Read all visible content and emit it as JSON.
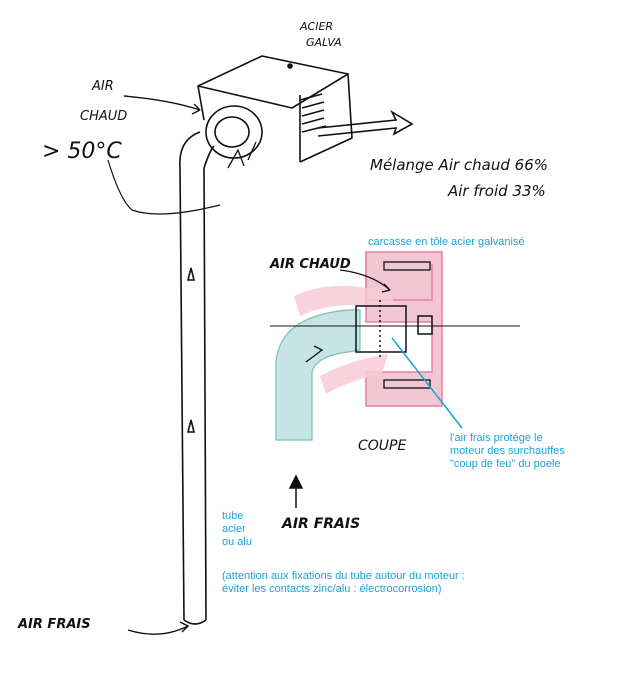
{
  "handwritten": {
    "steel_label": "ACIER\nGALVA",
    "hot_air_top": "AIR\nCHAUD",
    "temperature": "> 50°C",
    "mix_line_1": "Mélange Air chaud 66%",
    "mix_line_2": "Air froid 33%",
    "hot_air_section": "AIR CHAUD",
    "section_label": "COUPE",
    "fresh_air_section": "AIR FRAIS",
    "fresh_air_bottom": "AIR FRAIS"
  },
  "notes": {
    "casing": "carcasse en tôle acier galvanisé",
    "fresh_air_protects": "l'air frais protége le\nmoteur des surchauffes\n\"coup de feu\" du poele",
    "tube": "tube\nacier\nou alu",
    "warning": "(attention aux fixations du tube autour du moteur :\néviter les contacts zinc/alu  : électrocorrosion)"
  },
  "colors": {
    "ink": "#111111",
    "annotation": "#1aa3d9",
    "hot_air": "#f2a9bd",
    "fresh_air": "#a9d6d6",
    "casing": "#e87fa3"
  }
}
